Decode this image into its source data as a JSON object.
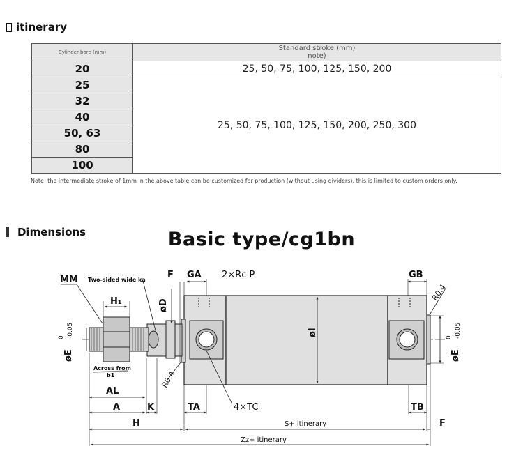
{
  "itinerary_section": {
    "heading": "itinerary",
    "table": {
      "header": {
        "bore": "Cylinder bore (mm)",
        "stroke": "Standard stroke (mm)",
        "stroke_note": "note)"
      },
      "rows": [
        {
          "bore": "20",
          "stroke": "25, 50, 75, 100, 125, 150, 200"
        },
        {
          "bore": "25"
        },
        {
          "bore": "32"
        },
        {
          "bore": "40"
        },
        {
          "bore": "50, 63"
        },
        {
          "bore": "80"
        },
        {
          "bore": "100"
        }
      ],
      "merged_stroke": "25, 50, 75, 100, 125, 150, 200, 250, 300"
    },
    "note": "Note: the intermediate stroke of 1mm in the above table can be customized for production (without using dividers). this is limited to custom orders only."
  },
  "dimensions_section": {
    "heading": "Dimensions",
    "title": "Basic type/cg1bn"
  },
  "drawing": {
    "labels": {
      "mm": "MM",
      "two_sided": "Two-sided wide ka",
      "h1": "H₁",
      "f_top": "F",
      "phi_d": "øD",
      "ga": "GA",
      "rc_p": "2×Rc P",
      "gb": "GB",
      "r04_right": "R0.4",
      "phi_e_left": "øE",
      "phi_e_right": "øE",
      "tol_top": "0",
      "tol_bottom": "-0.05",
      "phi_i": "øI",
      "across_from": "Across from",
      "b1": "b1",
      "r04_left": "R0.4",
      "al": "AL",
      "a": "A",
      "k": "K",
      "ta": "TA",
      "tc": "4×TC",
      "tb": "TB",
      "h": "H",
      "s_stroke": "S+ itinerary",
      "f_bottom": "F",
      "zz_stroke": "Zz+ itinerary"
    }
  }
}
